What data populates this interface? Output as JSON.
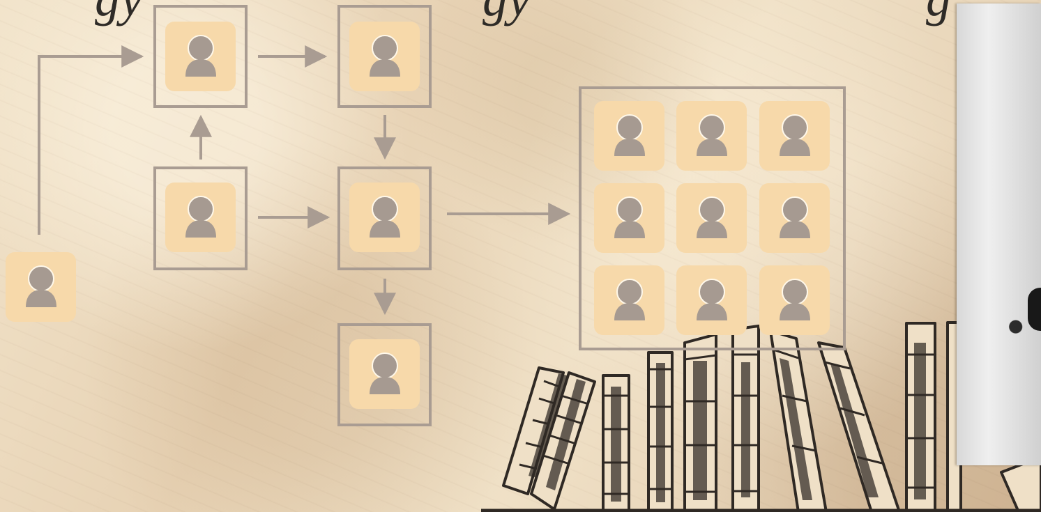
{
  "title_fragments": {
    "left": "gy",
    "middle": "gy",
    "right": "g"
  },
  "icons": {
    "person": "person-icon",
    "arrow": "arrow-icon",
    "books": "books-icon"
  },
  "colors": {
    "background": "#ead9be",
    "box_stroke": "#a99c92",
    "tile_fill": "#f7d9aa",
    "person_fill": "#a69a91",
    "arrow_stroke": "#a99c92",
    "ink": "#2f2924"
  }
}
